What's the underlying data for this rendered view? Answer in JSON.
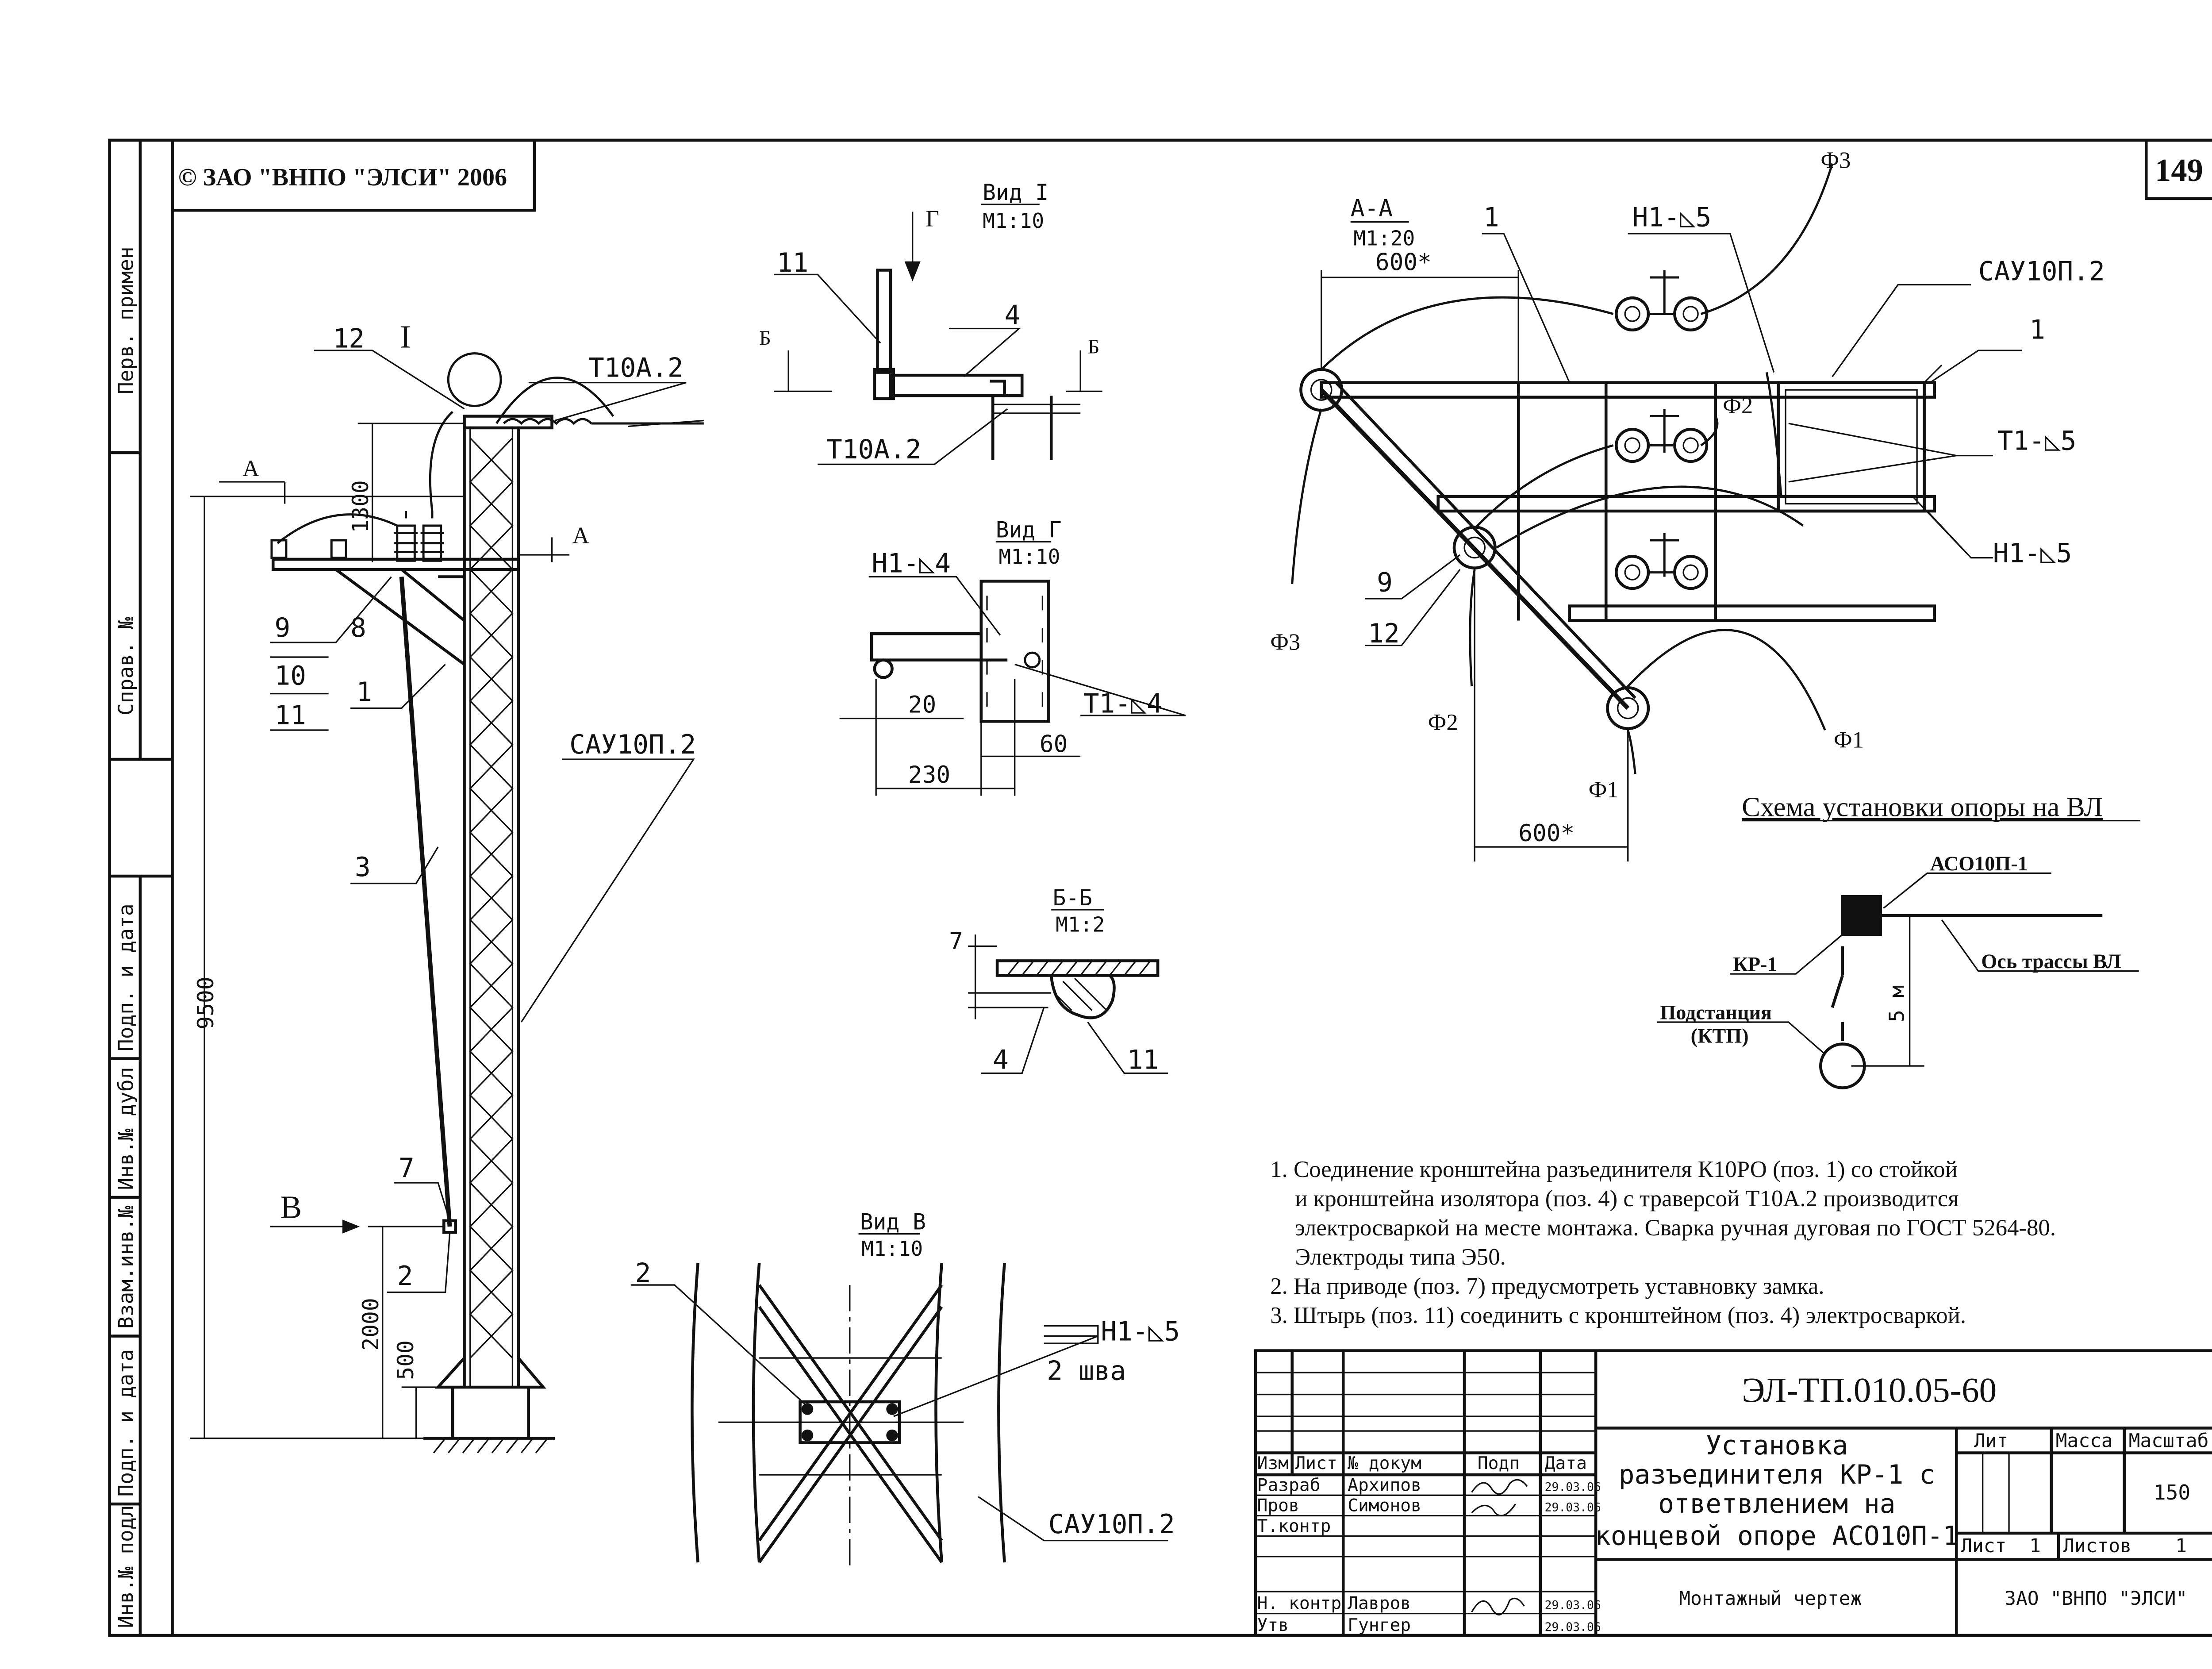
{
  "copyright": "© ЗАО \"ВНПО \"ЭЛСИ\" 2006",
  "page_number": "149",
  "side_stamps": [
    "Перв. примен",
    "Справ. №",
    "Подп. и дата",
    "Инв.№ дубл",
    "Взам.инв.№",
    "Подп. и дата",
    "Инв.№ подл"
  ],
  "main_view": {
    "labels": [
      "12",
      "I",
      "Т10А.2",
      "А",
      "А",
      "1300",
      "9",
      "8",
      "10",
      "11",
      "1",
      "САУ10П.2",
      "3",
      "9500",
      "7",
      "В",
      "2",
      "2000",
      "500"
    ]
  },
  "view_I": {
    "title": "Вид I",
    "scale": "М1:10",
    "labels": [
      "11",
      "Г",
      "4",
      "Б",
      "Б",
      "Т10А.2"
    ]
  },
  "view_G": {
    "title": "Вид Г",
    "scale": "М1:10",
    "labels": [
      "Н1-◺4",
      "Т1-◺4",
      "20",
      "60",
      "230"
    ]
  },
  "section_BB": {
    "title": "Б-Б",
    "scale": "М1:2",
    "labels": [
      "7",
      "4",
      "11"
    ]
  },
  "view_V": {
    "title": "Вид В",
    "scale": "М1:10",
    "labels": [
      "2",
      "Н1-◺5",
      "2 шва",
      "САУ10П.2"
    ]
  },
  "section_AA": {
    "title": "А-А",
    "scale": "М1:20",
    "labels": [
      "Ф3",
      "1",
      "Н1-◺5",
      "600*",
      "САУ10П.2",
      "1",
      "Ф2",
      "Т1-◺5",
      "Н1-◺5",
      "9",
      "12",
      "Ф3",
      "Ф2",
      "Ф1",
      "Ф1",
      "600*"
    ]
  },
  "scheme": {
    "title": "Схема установки опоры на ВЛ",
    "labels": [
      "АСО10П-1",
      "КР-1",
      "Ось трассы ВЛ",
      "Подстанция",
      "(КТП)",
      "5 м"
    ]
  },
  "notes": [
    "1. Соединение кронштейна разъединителя К10РО (поз. 1)  со стойкой",
    "и кронштейна изолятора (поз. 4) с траверсой Т10А.2 производится",
    "электросваркой на месте монтажа. Сварка ручная дуговая по ГОСТ 5264-80.",
    "Электроды типа Э50.",
    "2. На приводе (поз. 7) предусмотреть уставновку замка.",
    "3. Штырь (поз. 11) соединить с кронштейном (поз. 4) электросваркой."
  ],
  "title_block": {
    "doc_code": "ЭЛ-ТП.010.05-60",
    "title_lines": [
      "Установка",
      "разъединителя КР-1 с",
      "ответвлением на",
      "концевой опоре АСО10П-1"
    ],
    "header": [
      "Изм",
      "Лист",
      "№ докум",
      "Подп",
      "Дата"
    ],
    "roles": [
      {
        "role": "Разраб",
        "name": "Архипов",
        "date": "29.03.06"
      },
      {
        "role": "Пров",
        "name": "Симонов",
        "date": "29.03.06"
      },
      {
        "role": "Т.контр",
        "name": "",
        "date": ""
      },
      {
        "role": "Н. контр",
        "name": "Лавров",
        "date": "29.03.06"
      },
      {
        "role": "Утв",
        "name": "Гунгер",
        "date": "29.03.06"
      }
    ],
    "lit_label": "Лит",
    "mass_label": "Масса",
    "scale_label": "Масштаб",
    "scale_value": "150",
    "sheet_label": "Лист",
    "sheet_value": "1",
    "sheets_label": "Листов",
    "sheets_value": "1",
    "doc_type": "Монтажный чертеж",
    "organization": "ЗАО \"ВНПО \"ЭЛСИ\""
  }
}
